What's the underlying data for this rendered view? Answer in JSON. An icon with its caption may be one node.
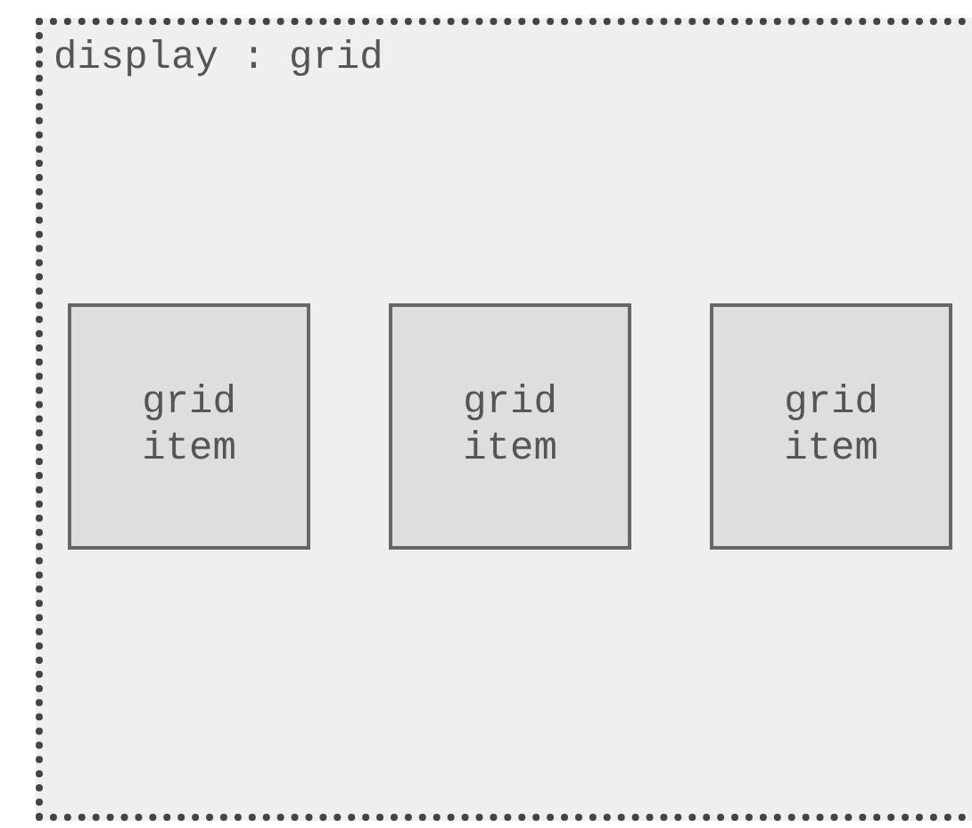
{
  "diagram": {
    "nodes": [
      {
        "text": [
          "display : grid"
        ]
      },
      {
        "text": [
          "grid item"
        ],
        "in": 0
      },
      {
        "text": [
          "grid item"
        ],
        "in": 0
      },
      {
        "text": [
          "grid item"
        ],
        "in": 0
      }
    ]
  }
}
